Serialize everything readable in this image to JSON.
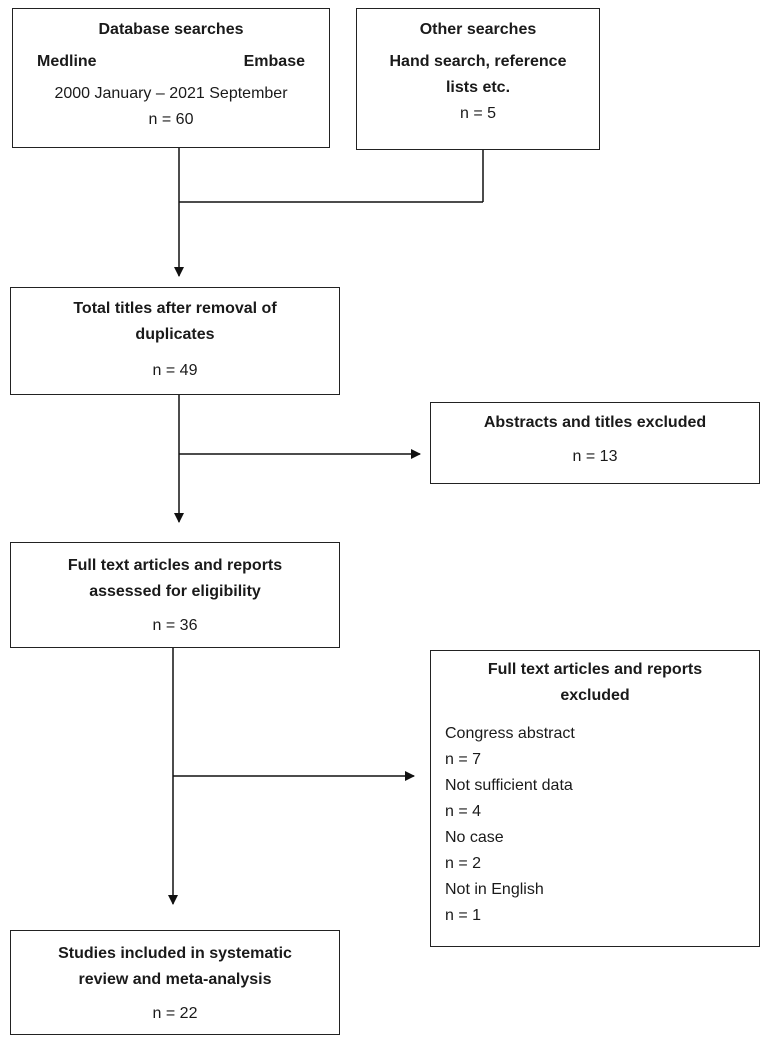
{
  "database_searches": {
    "title": "Database searches",
    "left_source": "Medline",
    "right_source": "Embase",
    "period": "2000 January – 2021 September",
    "count": "n = 60"
  },
  "other_searches": {
    "title": "Other searches",
    "subtitle_line1": "Hand search, reference",
    "subtitle_line2": "lists etc.",
    "count": "n = 5"
  },
  "total_titles": {
    "title_line1": "Total titles after removal of",
    "title_line2": "duplicates",
    "count": "n = 49"
  },
  "abstracts_excluded": {
    "title": "Abstracts and titles excluded",
    "count": "n = 13"
  },
  "full_text_assessed": {
    "title_line1": "Full text articles and reports",
    "title_line2": "assessed for eligibility",
    "count": "n = 36"
  },
  "full_text_excluded": {
    "title_line1": "Full text articles and reports",
    "title_line2": "excluded",
    "reasons": [
      {
        "label": "Congress abstract",
        "count": "n = 7"
      },
      {
        "label": "Not sufficient data",
        "count": "n = 4"
      },
      {
        "label": "No case",
        "count": "n = 2"
      },
      {
        "label": "Not in English",
        "count": "n = 1"
      }
    ]
  },
  "studies_included": {
    "title_line1": "Studies included in systematic",
    "title_line2": "review and meta-analysis",
    "count": "n = 22"
  }
}
